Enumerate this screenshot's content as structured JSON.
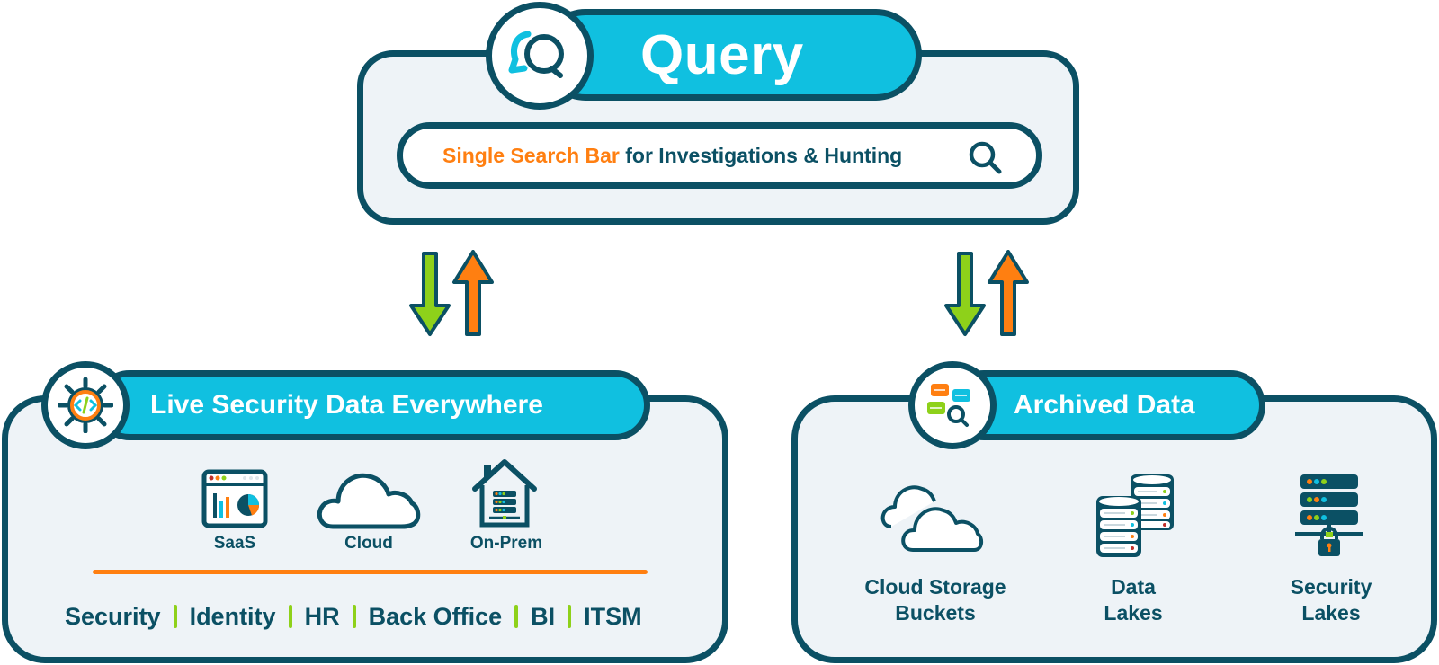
{
  "query": {
    "title": "Query",
    "search_bar": {
      "highlight": "Single Search Bar",
      "rest": " for Investigations & Hunting",
      "icon": "search-icon"
    },
    "icon": "chat-search-icon"
  },
  "connectors": [
    {
      "down": "green-down-arrow-icon",
      "up": "orange-up-arrow-icon"
    },
    {
      "down": "green-down-arrow-icon",
      "up": "orange-up-arrow-icon"
    }
  ],
  "live": {
    "title": "Live Security Data Everywhere",
    "icon": "code-gear-icon",
    "sources": [
      {
        "label": "SaaS",
        "icon": "saas-dashboard-icon"
      },
      {
        "label": "Cloud",
        "icon": "cloud-icon"
      },
      {
        "label": "On-Prem",
        "icon": "house-server-icon"
      }
    ],
    "categories": [
      "Security",
      "Identity",
      "HR",
      "Back Office",
      "BI",
      "ITSM"
    ]
  },
  "archived": {
    "title": "Archived Data",
    "icon": "archive-search-icon",
    "stores": [
      {
        "line1": "Cloud Storage",
        "line2": "Buckets",
        "icon": "cloud-storage-icon"
      },
      {
        "line1": "Data",
        "line2": "Lakes",
        "icon": "database-icon"
      },
      {
        "line1": "Security",
        "line2": "Lakes",
        "icon": "secure-server-icon"
      }
    ]
  },
  "colors": {
    "navy": "#0b5064",
    "cyan": "#10c0e0",
    "orange": "#ff7f11",
    "green": "#8ed11a",
    "panel_bg": "#eef3f7"
  }
}
